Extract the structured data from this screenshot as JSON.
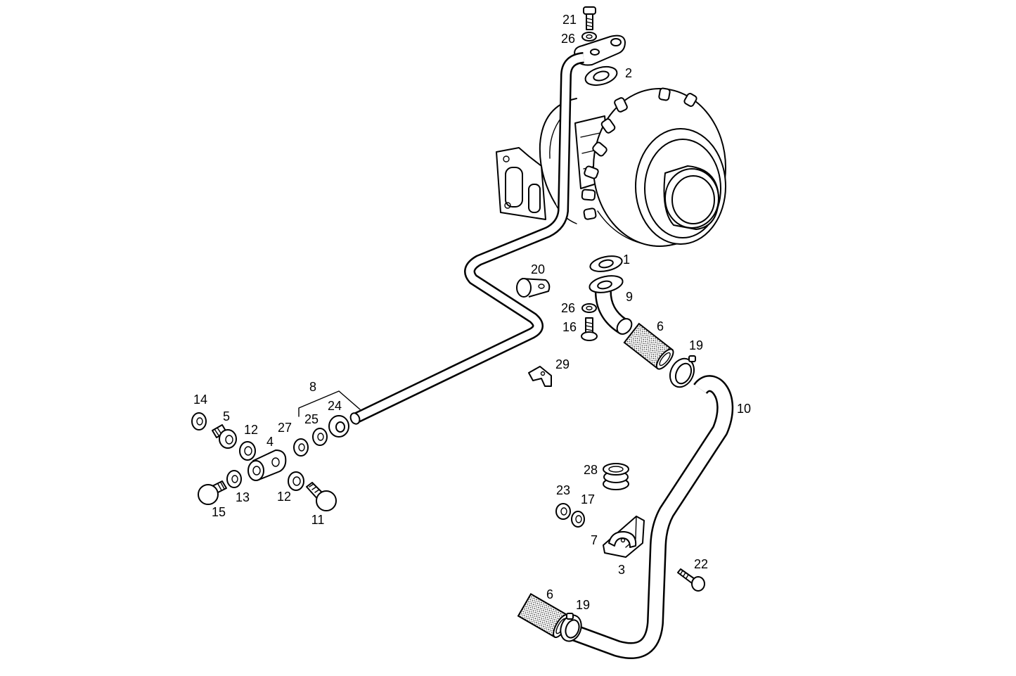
{
  "callouts": [
    "21",
    "26",
    "2",
    "1",
    "20",
    "9",
    "26",
    "16",
    "6",
    "19",
    "29",
    "8",
    "14",
    "5",
    "12",
    "27",
    "25",
    "24",
    "4",
    "10",
    "28",
    "23",
    "17",
    "15",
    "13",
    "12",
    "11",
    "7",
    "3",
    "22",
    "6",
    "19"
  ]
}
